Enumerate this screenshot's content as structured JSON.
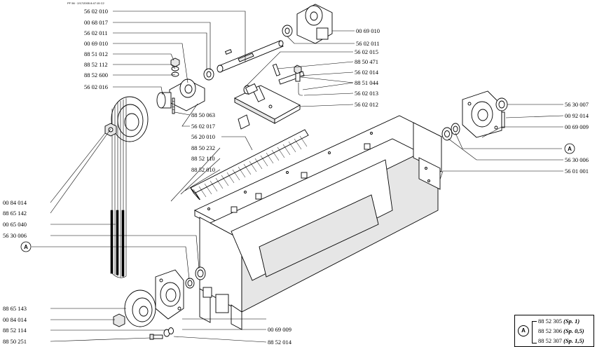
{
  "header_code": "PF 56 · 2/17/2005 8:47:15 C2",
  "callouts": [
    {
      "id": "c01",
      "text": "56 02 010"
    },
    {
      "id": "c02",
      "text": "00 68 017"
    },
    {
      "id": "c03",
      "text": "56 02 011"
    },
    {
      "id": "c04",
      "text": "00 69 010"
    },
    {
      "id": "c05",
      "text": "88 51 012"
    },
    {
      "id": "c06",
      "text": "88 52 112"
    },
    {
      "id": "c07",
      "text": "88 52 600"
    },
    {
      "id": "c08",
      "text": "56 02 016"
    },
    {
      "id": "c09",
      "text": "88 50 063"
    },
    {
      "id": "c10",
      "text": "56 02 017"
    },
    {
      "id": "c11",
      "text": "56 20 010"
    },
    {
      "id": "c12",
      "text": "88 50 232"
    },
    {
      "id": "c13",
      "text": "88 52 110"
    },
    {
      "id": "c14",
      "text": "88 52 010"
    },
    {
      "id": "c15",
      "text": "00 84 014"
    },
    {
      "id": "c16",
      "text": "88 65 142"
    },
    {
      "id": "c17",
      "text": "00 65 040"
    },
    {
      "id": "c18",
      "text": "56 30 006"
    },
    {
      "id": "c19",
      "text": "88 65 143"
    },
    {
      "id": "c20",
      "text": "00 84 014"
    },
    {
      "id": "c21",
      "text": "88 52 114"
    },
    {
      "id": "c22",
      "text": "88 50 251"
    },
    {
      "id": "c23",
      "text": "00 69 010"
    },
    {
      "id": "c24",
      "text": "56 02 011"
    },
    {
      "id": "c25",
      "text": "56 02 015"
    },
    {
      "id": "c26",
      "text": "88 50 471"
    },
    {
      "id": "c27",
      "text": "56 02 014"
    },
    {
      "id": "c28",
      "text": "88 51 044"
    },
    {
      "id": "c29",
      "text": "56 02 013"
    },
    {
      "id": "c30",
      "text": "56 02 012"
    },
    {
      "id": "c31",
      "text": "56 30 007"
    },
    {
      "id": "c32",
      "text": "00 92 014"
    },
    {
      "id": "c33",
      "text": "00 69 009"
    },
    {
      "id": "c34",
      "text": "56 30 006"
    },
    {
      "id": "c35",
      "text": "56 01 001"
    },
    {
      "id": "c36",
      "text": "00 69 009"
    },
    {
      "id": "c37",
      "text": "88 52 014"
    }
  ],
  "marker_letter": "A",
  "legend": {
    "marker": "A",
    "rows": [
      {
        "part": "88 52 305",
        "spec": "(Sp. 1)"
      },
      {
        "part": "88 52 306",
        "spec": "(Sp. 0,5)"
      },
      {
        "part": "88 52 307",
        "spec": "(Sp. 1,5)"
      }
    ]
  }
}
